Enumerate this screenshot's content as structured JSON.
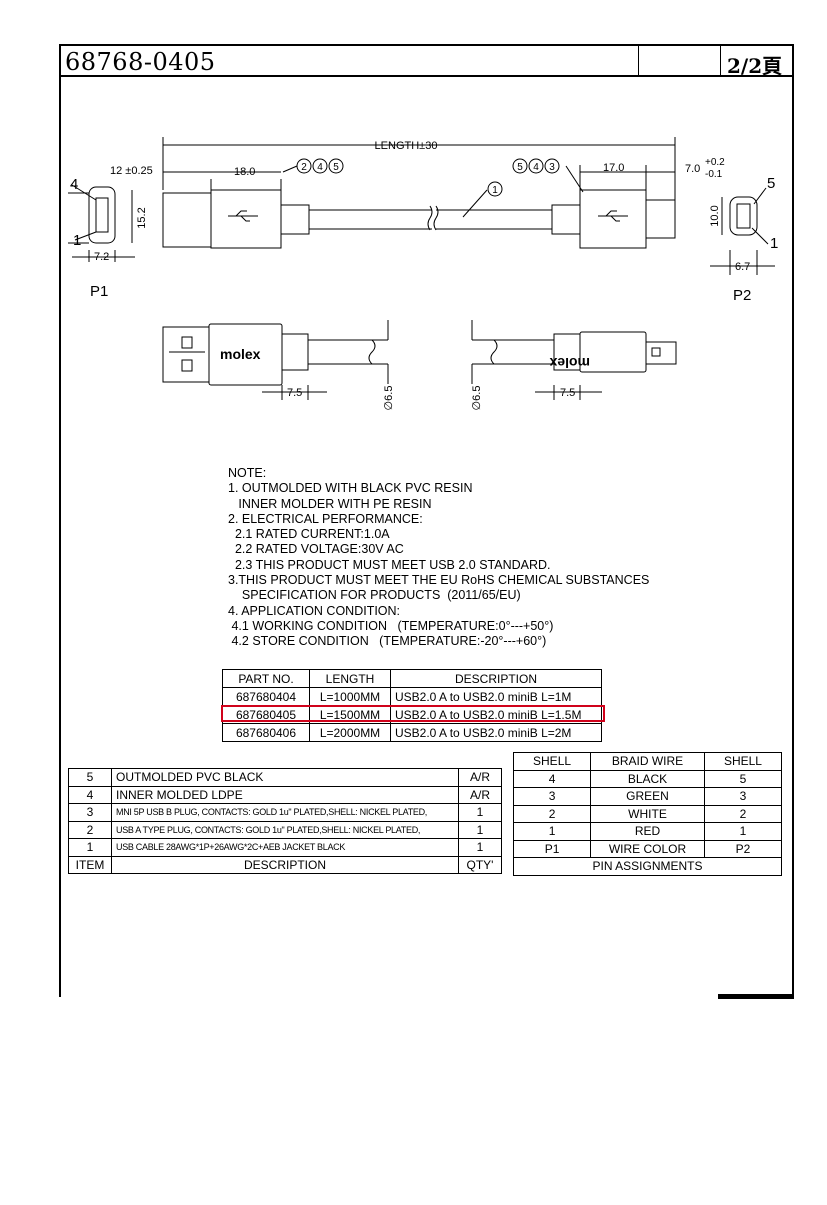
{
  "header": {
    "part_number": "68768-0405",
    "page": "2/2頁"
  },
  "drawing": {
    "length": "LENGTH±30",
    "dim_12": "12 ±0.25",
    "dim_18": "18.0",
    "dim_17": "17.0",
    "dim_7": "7.0",
    "tol_plus": "+0.2",
    "tol_minus": "-0.1",
    "dim_15_2": "15.2",
    "dim_7_2": "7.2",
    "dim_10": "10.0",
    "dim_6_7": "6.7",
    "dim_7_5_a": "7.5",
    "dim_7_5_b": "7.5",
    "dim_6_5_a": "∅6.5",
    "dim_6_5_b": "∅6.5",
    "p1": "P1",
    "p2": "P2",
    "pin4": "4",
    "pin1_left": "1",
    "pin5": "5",
    "pin1_right": "1",
    "callout_1": "1",
    "callout_left": [
      "2",
      "4",
      "5"
    ],
    "callout_right": [
      "5",
      "4",
      "3"
    ],
    "brand": "molex"
  },
  "notes": [
    "NOTE:",
    "1. OUTMOLDED WITH BLACK PVC RESIN",
    "   INNER MOLDER WITH PE RESIN",
    "2. ELECTRICAL PERFORMANCE:",
    "  2.1 RATED CURRENT:1.0A",
    "  2.2 RATED VOLTAGE:30V AC",
    "  2.3 THIS PRODUCT MUST MEET USB 2.0 STANDARD.",
    "3.THIS PRODUCT MUST MEET THE EU RoHS CHEMICAL SUBSTANCES",
    "    SPECIFICATION FOR PRODUCTS  (2011/65/EU)",
    "4. APPLICATION CONDITION:",
    " 4.1 WORKING CONDITION   (TEMPERATURE:0°---+50°)",
    " 4.2 STORE CONDITION   (TEMPERATURE:-20°---+60°)"
  ],
  "part_table": {
    "headers": [
      "PART NO.",
      "LENGTH",
      "DESCRIPTION"
    ],
    "rows": [
      [
        "687680404",
        "L=1000MM",
        "USB2.0 A to USB2.0 miniB L=1M"
      ],
      [
        "687680405",
        "L=1500MM",
        "USB2.0 A to USB2.0 miniB L=1.5M"
      ],
      [
        "687680406",
        "L=2000MM",
        "USB2.0 A to USB2.0 miniB L=2M"
      ]
    ]
  },
  "bom": {
    "rows": [
      [
        "5",
        "OUTMOLDED PVC BLACK",
        "A/R"
      ],
      [
        "4",
        "INNER MOLDED LDPE",
        "A/R"
      ],
      [
        "3",
        "MNI 5P USB B PLUG, CONTACTS: GOLD 1u\" PLATED,SHELL: NICKEL PLATED,",
        "1"
      ],
      [
        "2",
        "USB A TYPE PLUG, CONTACTS: GOLD 1u\" PLATED,SHELL: NICKEL PLATED,",
        "1"
      ],
      [
        "1",
        "USB CABLE 28AWG*1P+26AWG*2C+AEB   JACKET BLACK",
        "1"
      ]
    ],
    "footer": [
      "ITEM",
      "DESCRIPTION",
      "QTY'"
    ]
  },
  "pin_table": {
    "headers": [
      "SHELL",
      "BRAID WIRE",
      "SHELL"
    ],
    "rows": [
      [
        "4",
        "BLACK",
        "5"
      ],
      [
        "3",
        "GREEN",
        "3"
      ],
      [
        "2",
        "WHITE",
        "2"
      ],
      [
        "1",
        "RED",
        "1"
      ],
      [
        "P1",
        "WIRE COLOR",
        "P2"
      ]
    ],
    "footer": "PIN ASSIGNMENTS"
  }
}
